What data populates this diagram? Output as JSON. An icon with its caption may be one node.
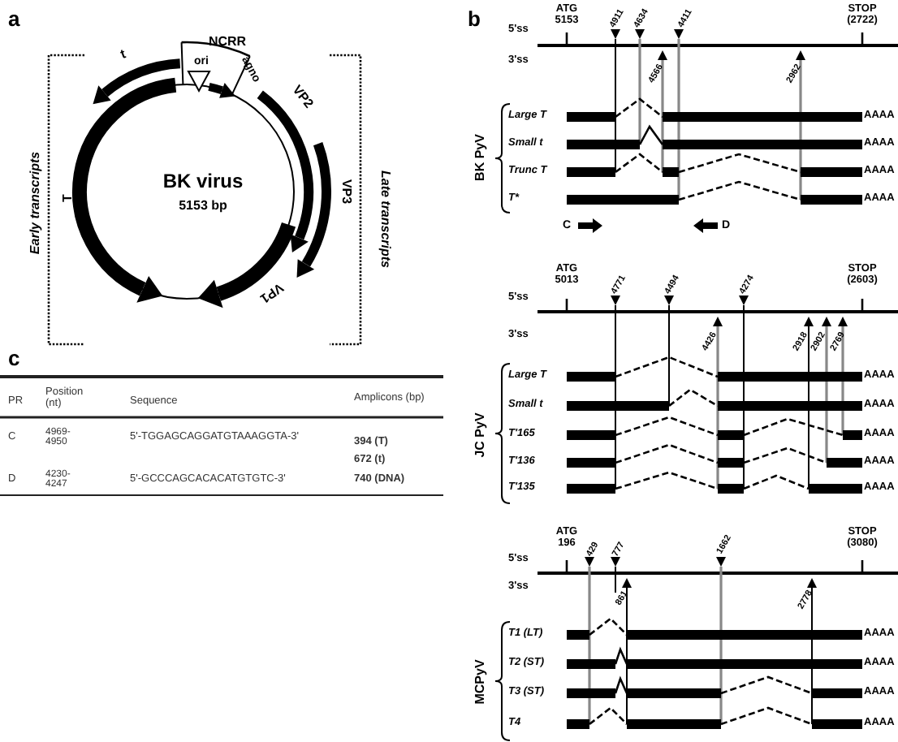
{
  "diagram": {
    "labels": [
      "a",
      "NCRR",
      "ori",
      "t",
      "agno",
      "VP2",
      "VP3",
      "Early transcripts",
      "T",
      "BK virus",
      "5153 bp",
      "Late transcripts",
      "VP1",
      "c",
      "PR",
      "Position (nt)",
      "Sequence",
      "Amplicons (bp)",
      "C",
      "4969-4950",
      "5'-TGGAGCAGGATGTAAAGGTA-3'",
      "394 (T)",
      "672 (t)",
      "740 (DNA)",
      "D",
      "4230-4247",
      "5'-GCCCAGCACACATGTGTC-3'",
      "b",
      "ATG 5153",
      "4911",
      "4634",
      "4411",
      "STOP (2722)",
      "5'ss",
      "3'ss",
      "4566",
      "2962",
      "Large T",
      "AAAA",
      "Small t",
      "AAAA",
      "Trunc T",
      "AAAA",
      "T*",
      "AAAA",
      "BK PyV",
      "C",
      "D",
      "ATG 5013",
      "4771",
      "4494",
      "4274",
      "STOP (2603)",
      "5'ss",
      "3'ss",
      "4426",
      "2918",
      "2902",
      "2769",
      "Large T",
      "AAAA",
      "Small t",
      "AAAA",
      "T'165",
      "AAAA",
      "T'136",
      "AAAA",
      "T'135",
      "AAAA",
      "JC PyV",
      "ATG 196",
      "429",
      "777",
      "1662",
      "STOP (3080)",
      "5'ss",
      "3'ss",
      "861",
      "2778",
      "T1 (LT)",
      "AAAA",
      "T2 (ST)",
      "AAAA",
      "T3 (ST)",
      "AAAA",
      "T4",
      "AAAA",
      "MCPyV"
    ]
  }
}
